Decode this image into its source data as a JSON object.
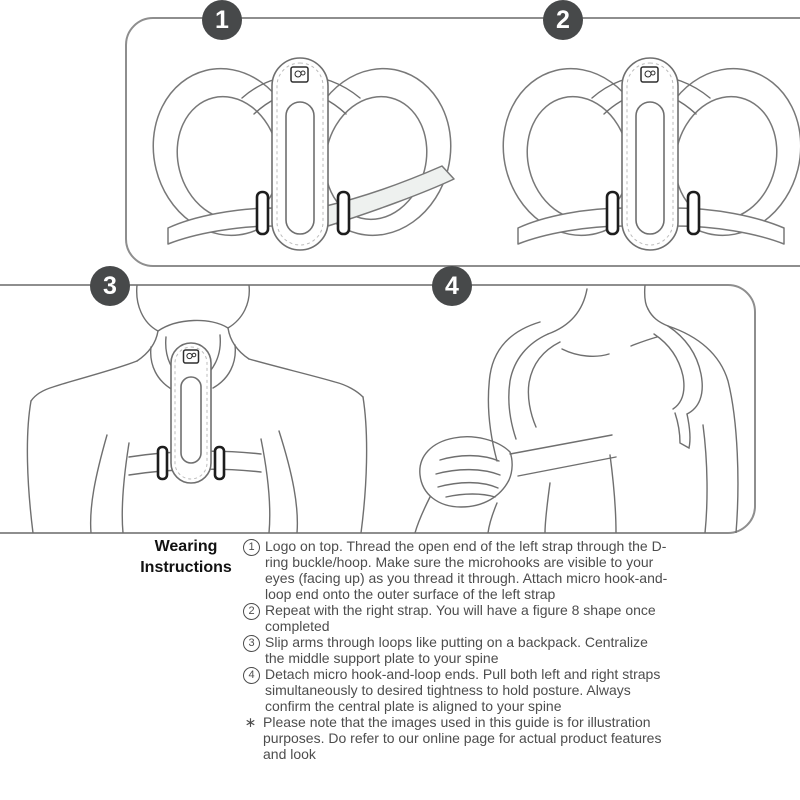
{
  "document": {
    "type": "product wearing instructions guide"
  },
  "badges": [
    {
      "label": "1"
    },
    {
      "label": "2"
    },
    {
      "label": "3"
    },
    {
      "label": "4"
    }
  ],
  "heading": {
    "line1": "Wearing",
    "line2": "Instructions"
  },
  "instructions": {
    "items": [
      {
        "marker": "1",
        "text": "Logo on top. Thread the open end of  the left strap through the D-ring buckle/hoop. Make sure the microhooks are visible to your eyes (facing up) as you thread it through. Attach micro hook-and-loop end onto the outer surface of the left strap"
      },
      {
        "marker": "2",
        "text": "Repeat with the right strap. You will have a figure 8 shape once completed"
      },
      {
        "marker": "3",
        "text": "Slip arms through loops like putting on a backpack. Centralize the middle support plate to your spine"
      },
      {
        "marker": "4",
        "text": "Detach micro hook-and-loop ends. Pull both left and right straps simultaneously to desired tightness to hold posture. Always confirm the central plate is aligned to your spine"
      },
      {
        "marker": "∗",
        "text": "Please note that the images used in this guide is for illustration purposes. Do refer to our online page for actual product features and look"
      }
    ]
  },
  "icons": {
    "plate_logo": "brand-logo-square",
    "step_badge_shape": "dark-circle-with-white-number"
  },
  "colors": {
    "badge_bg": "#47494a",
    "badge_text": "#ffffff",
    "panel_border": "#8e8e8e",
    "line_art": "#6f6f6f",
    "body_text": "#4d4d4d",
    "heading_text": "#111111",
    "open_strap_fill": "#eef1ef",
    "buckle_stroke": "#1d1d1d"
  }
}
